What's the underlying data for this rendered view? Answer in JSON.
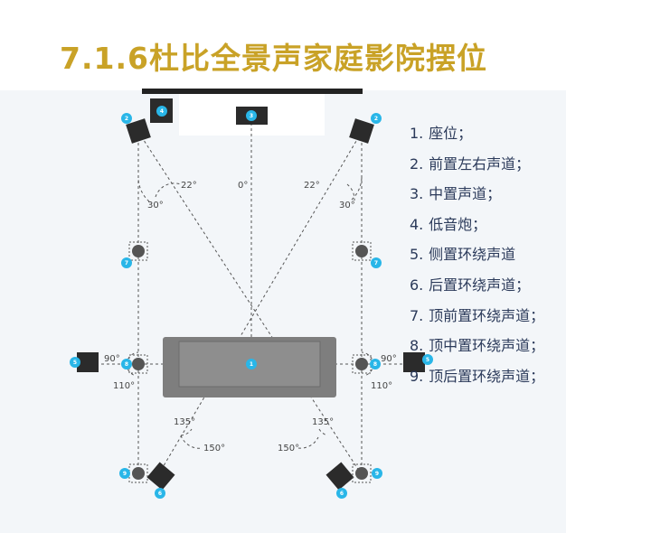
{
  "title": "7.1.6杜比全景声家庭影院摆位",
  "legend": [
    {
      "n": "1.",
      "text": "座位；"
    },
    {
      "n": "2.",
      "text": "前置左右声道；"
    },
    {
      "n": "3.",
      "text": "中置声道；"
    },
    {
      "n": "4.",
      "text": "低音炮；"
    },
    {
      "n": "5.",
      "text": "侧置环绕声道"
    },
    {
      "n": "6.",
      "text": "后置环绕声道；"
    },
    {
      "n": "7.",
      "text": "顶前置环绕声道；"
    },
    {
      "n": "8.",
      "text": "顶中置环绕声道；"
    },
    {
      "n": "9.",
      "text": "顶后置环绕声道；"
    }
  ],
  "angles": {
    "a22_left": "22°",
    "a22_right": "22°",
    "a0": "0°",
    "a30_left": "30°",
    "a30_right": "30°",
    "a90_left": "90°",
    "a90_right": "90°",
    "a110_left": "110°",
    "a110_right": "110°",
    "a135_left": "135°",
    "a135_right": "135°",
    "a150_left": "150°",
    "a150_right": "150°"
  },
  "markers": {
    "seat": "1",
    "front_left": "2",
    "front_right": "2",
    "center": "3",
    "subwoofer": "4",
    "side_left": "5",
    "side_right": "5",
    "rear_left": "6",
    "rear_right": "6",
    "top_front_left": "7",
    "top_front_right": "7",
    "top_mid_left": "8",
    "top_mid_right": "8",
    "top_rear_left": "9",
    "top_rear_right": "9"
  },
  "colors": {
    "title": "#c9a227",
    "marker": "#29b6e8",
    "speaker": "#2b2b2b",
    "sofa": "#7e7e7e",
    "legend_text": "#2b3a5a"
  }
}
